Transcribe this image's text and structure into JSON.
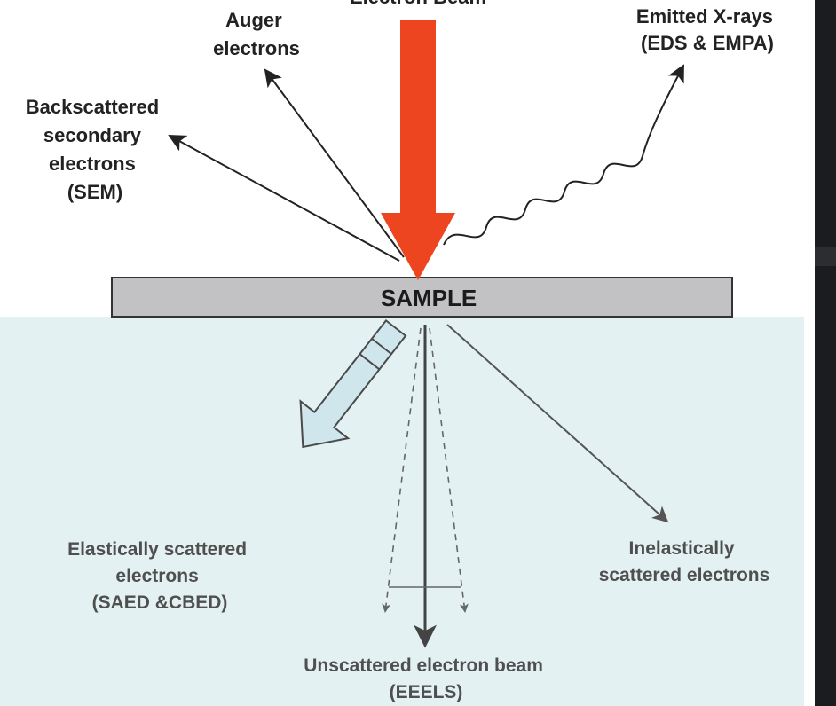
{
  "labels": {
    "electron_beam": "Electron Beam",
    "auger": [
      "Auger",
      "electrons"
    ],
    "emitted_xrays": [
      "Emitted X-rays",
      "(EDS & EMPA)"
    ],
    "backscattered": [
      "Backscattered",
      "secondary",
      "electrons",
      "(SEM)"
    ],
    "sample": "SAMPLE",
    "elastic": [
      "Elastically scattered",
      "electrons",
      "(SAED &CBED)"
    ],
    "inelastic": [
      "Inelastically",
      "scattered electrons"
    ],
    "unscattered": [
      "Unscattered electron beam",
      "(EEELS)"
    ]
  },
  "colors": {
    "beam": "#ee4521",
    "sample_fill": "#c2c2c4",
    "lower_panel": "#e3f1f3",
    "elastic_arrow": "#cfe6ed",
    "right_dark_bar": "#1b1c1f",
    "line": "#222222",
    "lower_line": "#555555"
  },
  "icons": {
    "incident_beam": "big-arrow-down-icon",
    "elastic_beam": "hollow-arrow-icon",
    "xray_wave": "wavy-arrow-icon"
  }
}
